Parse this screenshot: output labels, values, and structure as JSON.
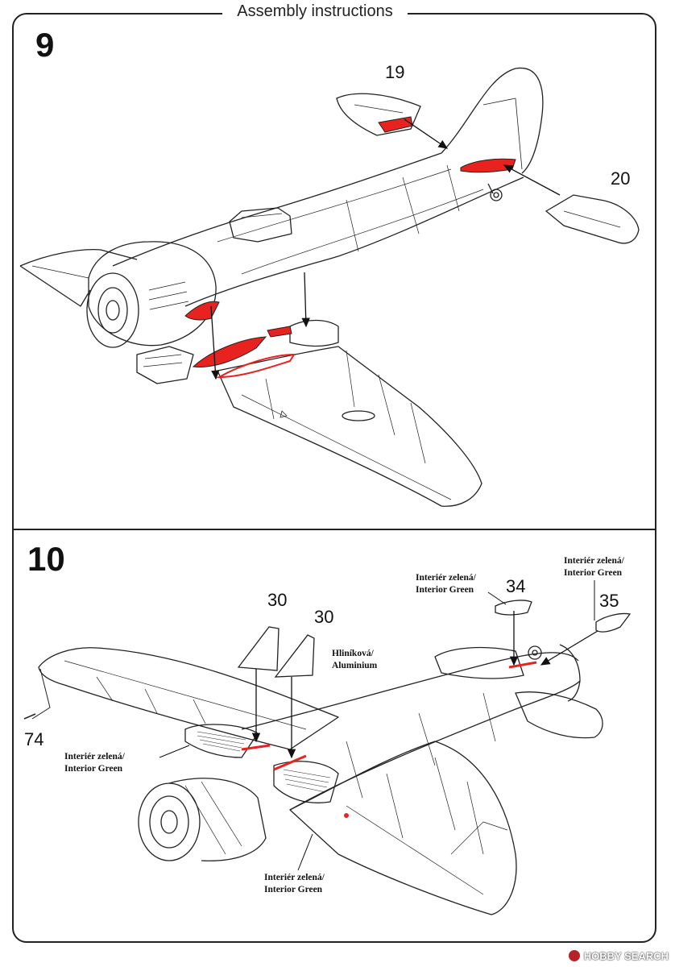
{
  "header": {
    "title": "Assembly instructions"
  },
  "steps": [
    {
      "number": "9",
      "parts": [
        {
          "label": "19"
        },
        {
          "label": "20"
        }
      ]
    },
    {
      "number": "10",
      "parts": [
        {
          "label": "30"
        },
        {
          "label": "30"
        },
        {
          "label": "34"
        },
        {
          "label": "35"
        },
        {
          "label": "74"
        }
      ],
      "paint_notes": [
        {
          "line1": "Interiér zelená/",
          "line2": "Interior Green"
        },
        {
          "line1": "Interiér zelená/",
          "line2": "Interior Green"
        },
        {
          "line1": "Hliníková/",
          "line2": "Aluminium"
        },
        {
          "line1": "Interiér zelená/",
          "line2": "Interior Green"
        },
        {
          "line1": "Interiér zelená/",
          "line2": "Interior Green"
        }
      ]
    }
  ],
  "watermark": {
    "text": "HOBBY SEARCH"
  },
  "colors": {
    "glue_area": "#e8231f",
    "line": "#222222",
    "background": "#ffffff"
  }
}
